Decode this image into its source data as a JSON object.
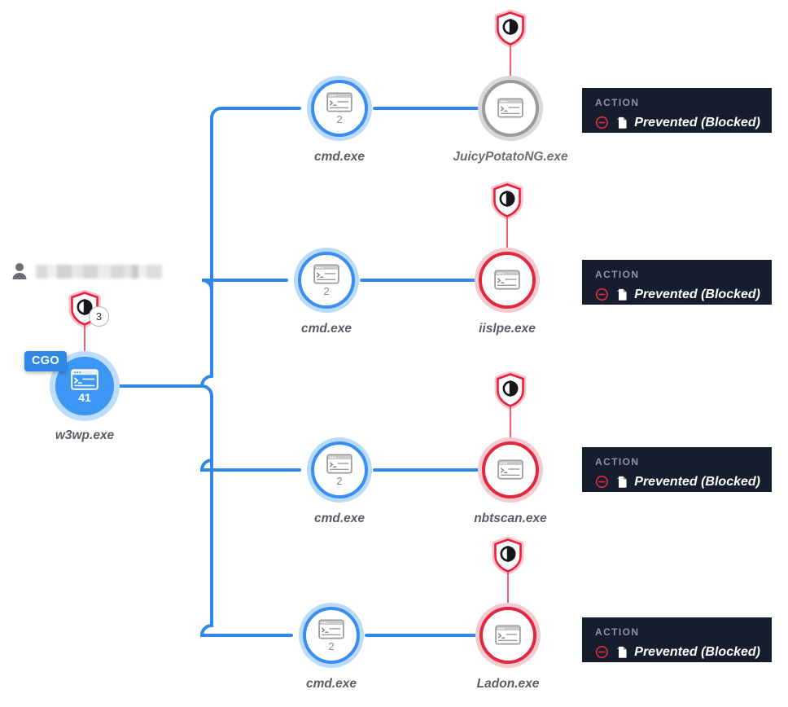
{
  "user": {
    "icon": "person-icon",
    "name_redacted": true,
    "name": ""
  },
  "root": {
    "label": "w3wp.exe",
    "count": "41",
    "badge": "CGO",
    "icon": "terminal-icon",
    "alert": {
      "icon": "shield-alert-icon",
      "count": "3"
    }
  },
  "colors": {
    "blue": "#3B8EEF",
    "blue_halo": "#BBDBFA",
    "red": "#E0283F",
    "red_halo": "#F3CBD1",
    "grey": "#9B9B9B",
    "grey_halo": "#D8D8D8",
    "wire": "#2F88E8",
    "alert_stem": "#EE5F72",
    "tooltip_bg": "#161E2E",
    "tooltip_title": "#8D94A3",
    "caption": "#5C5C63"
  },
  "branches": [
    {
      "mid": {
        "label": "cmd.exe",
        "count": "2",
        "icon": "terminal-icon",
        "state": "blue"
      },
      "leaf": {
        "label": "JuicyPotatoNG.exe",
        "count": "",
        "icon": "terminal-icon",
        "state": "grey",
        "alert": {
          "icon": "shield-alert-icon",
          "count": ""
        }
      },
      "action": {
        "title": "ACTION",
        "value": "Prevented (Blocked)",
        "status_icon": "circle-minus-icon",
        "file_icon": "file-icon"
      }
    },
    {
      "mid": {
        "label": "cmd.exe",
        "count": "2",
        "icon": "terminal-icon",
        "state": "blue"
      },
      "leaf": {
        "label": "iislpe.exe",
        "count": "",
        "icon": "terminal-icon",
        "state": "red",
        "alert": {
          "icon": "shield-alert-icon",
          "count": ""
        }
      },
      "action": {
        "title": "ACTION",
        "value": "Prevented (Blocked)",
        "status_icon": "circle-minus-icon",
        "file_icon": "file-icon"
      }
    },
    {
      "mid": {
        "label": "cmd.exe",
        "count": "2",
        "icon": "terminal-icon",
        "state": "blue"
      },
      "leaf": {
        "label": "nbtscan.exe",
        "count": "",
        "icon": "terminal-icon",
        "state": "red",
        "alert": {
          "icon": "shield-alert-icon",
          "count": ""
        }
      },
      "action": {
        "title": "ACTION",
        "value": "Prevented (Blocked)",
        "status_icon": "circle-minus-icon",
        "file_icon": "file-icon"
      }
    },
    {
      "mid": {
        "label": "cmd.exe",
        "count": "2",
        "icon": "terminal-icon",
        "state": "blue"
      },
      "leaf": {
        "label": "Ladon.exe",
        "count": "",
        "icon": "terminal-icon",
        "state": "red",
        "alert": {
          "icon": "shield-alert-icon",
          "count": ""
        }
      },
      "action": {
        "title": "ACTION",
        "value": "Prevented (Blocked)",
        "status_icon": "circle-minus-icon",
        "file_icon": "file-icon"
      }
    }
  ]
}
